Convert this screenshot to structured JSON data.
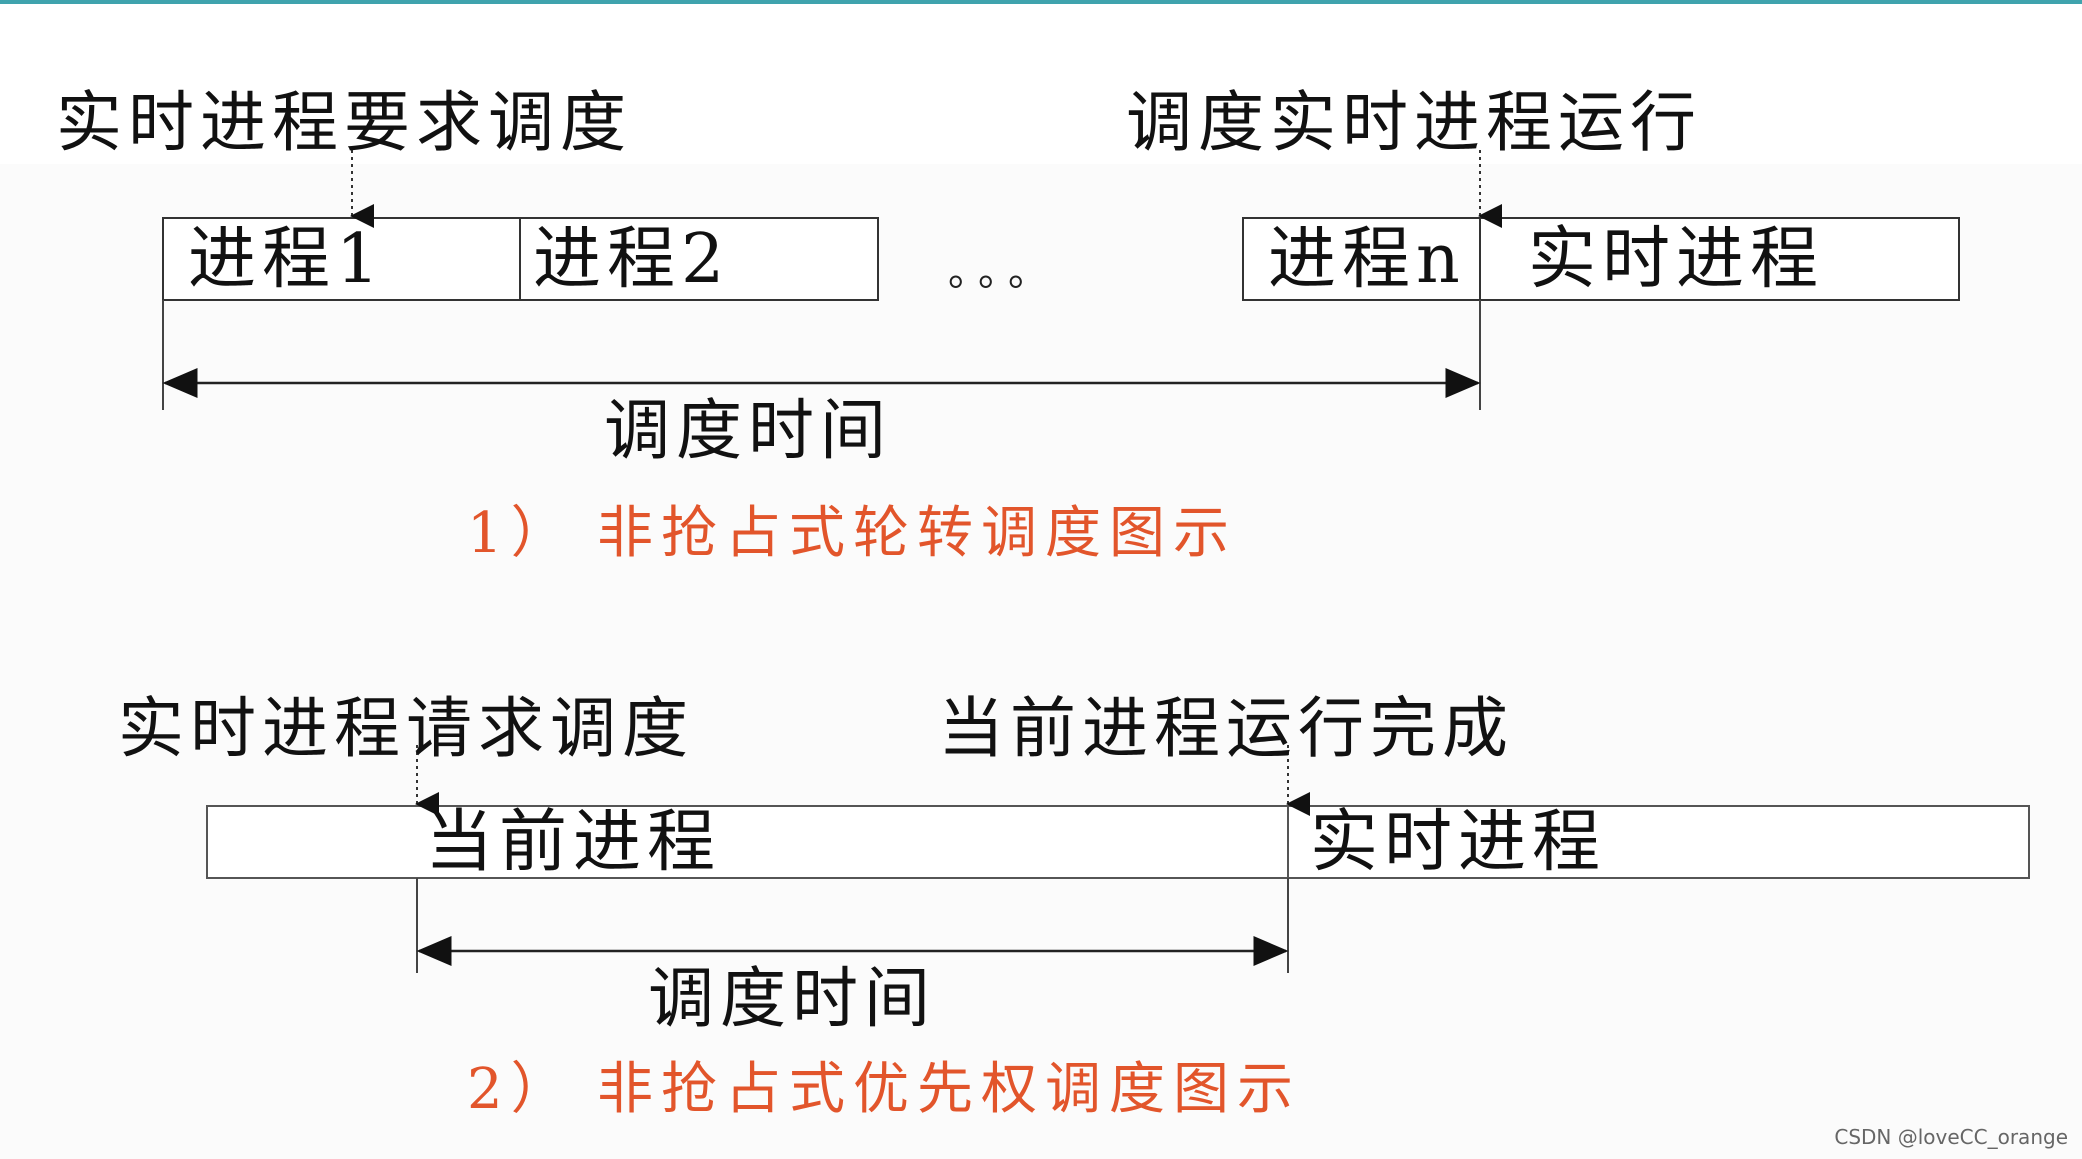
{
  "diagram1": {
    "top_left_label": "实时进程要求调度",
    "top_right_label": "调度实时进程运行",
    "cells": [
      "进程1",
      "进程2",
      "进程n",
      "实时进程"
    ],
    "ellipsis": "。。。",
    "span_label": "调度时间",
    "caption_num": "1）",
    "caption_text": "非抢占式轮转调度图示"
  },
  "diagram2": {
    "top_left_label": "实时进程请求调度",
    "top_right_label": "当前进程运行完成",
    "cells": [
      "当前进程",
      "实时进程"
    ],
    "span_label": "调度时间",
    "caption_num": "2）",
    "caption_text": "非抢占式优先权调度图示"
  },
  "watermark": "CSDN @loveCC_orange",
  "colors": {
    "accent_bar": "#3fa3ad",
    "caption": "#e2552b",
    "text": "#111111"
  }
}
